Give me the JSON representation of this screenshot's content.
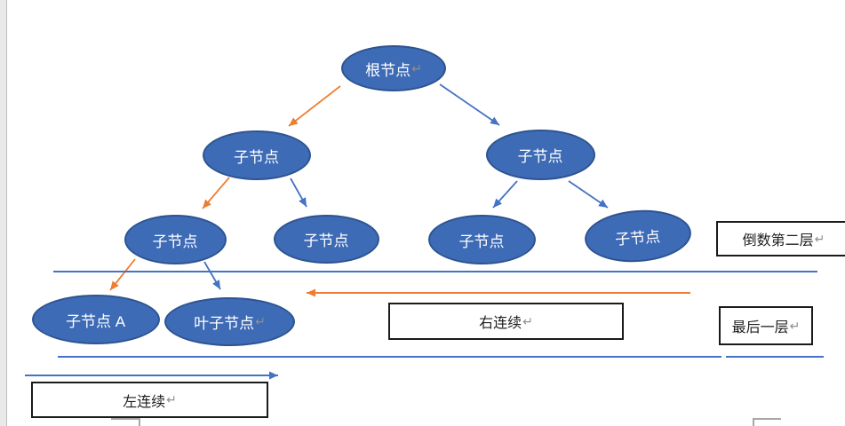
{
  "colors": {
    "node_fill": "#3E6BB5",
    "node_border": "#2D5491",
    "arrow_blue": "#4472C4",
    "arrow_orange": "#ED7D31",
    "box_border": "#1A1A1A",
    "text_white": "#FFFFFF",
    "text_black": "#1F1F1F",
    "return_mark": "#8F8F8F",
    "page_margin": "#E9E9E9"
  },
  "tree": {
    "nodes": [
      {
        "label": "根节点",
        "mark": "↵"
      },
      {
        "label": "子节点",
        "mark": ""
      },
      {
        "label": "子节点",
        "mark": ""
      },
      {
        "label": "子节点",
        "mark": ""
      },
      {
        "label": "子节点",
        "mark": ""
      },
      {
        "label": "子节点",
        "mark": ""
      },
      {
        "label": "子节点",
        "mark": ""
      },
      {
        "label": "子节点 A",
        "mark": ""
      },
      {
        "label": "叶子节点",
        "mark": "↵"
      }
    ]
  },
  "annotations": {
    "second_last_layer": {
      "label": "倒数第二层",
      "mark": "↵"
    },
    "last_layer": {
      "label": "最后一层",
      "mark": "↵"
    },
    "right_continuous": {
      "label": "右连续",
      "mark": "↵"
    },
    "left_continuous": {
      "label": "左连续",
      "mark": "↵"
    }
  }
}
